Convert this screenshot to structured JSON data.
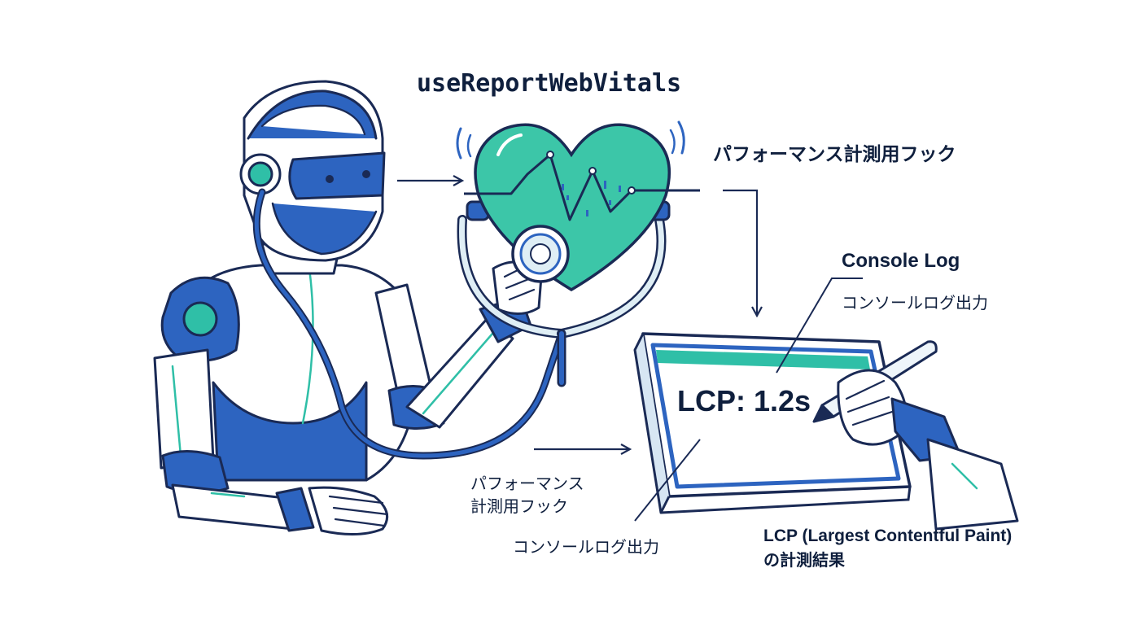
{
  "title": "useReportWebVitals",
  "labels": {
    "hook_top": "パフォーマンス計測用フック",
    "console_title": "Console Log",
    "console_sub": "コンソールログ出力",
    "hook_bottom_line1": "パフォーマンス",
    "hook_bottom_line2": "計測用フック",
    "console_bottom": "コンソールログ出力",
    "lcp_caption_line1": "LCP (Largest Contentful Paint)",
    "lcp_caption_line2": "の計測結果"
  },
  "screen": {
    "metric_text": "LCP: 1.2s"
  },
  "colors": {
    "outline": "#1a2a55",
    "robot_blue": "#2d64c0",
    "teal": "#2fbfa7",
    "heart": "#3cc6a8",
    "screen_border": "#2d64c0"
  },
  "icons": [
    "robot",
    "stethoscope",
    "heart-pulse",
    "tablet-screen",
    "stylus-hand"
  ]
}
